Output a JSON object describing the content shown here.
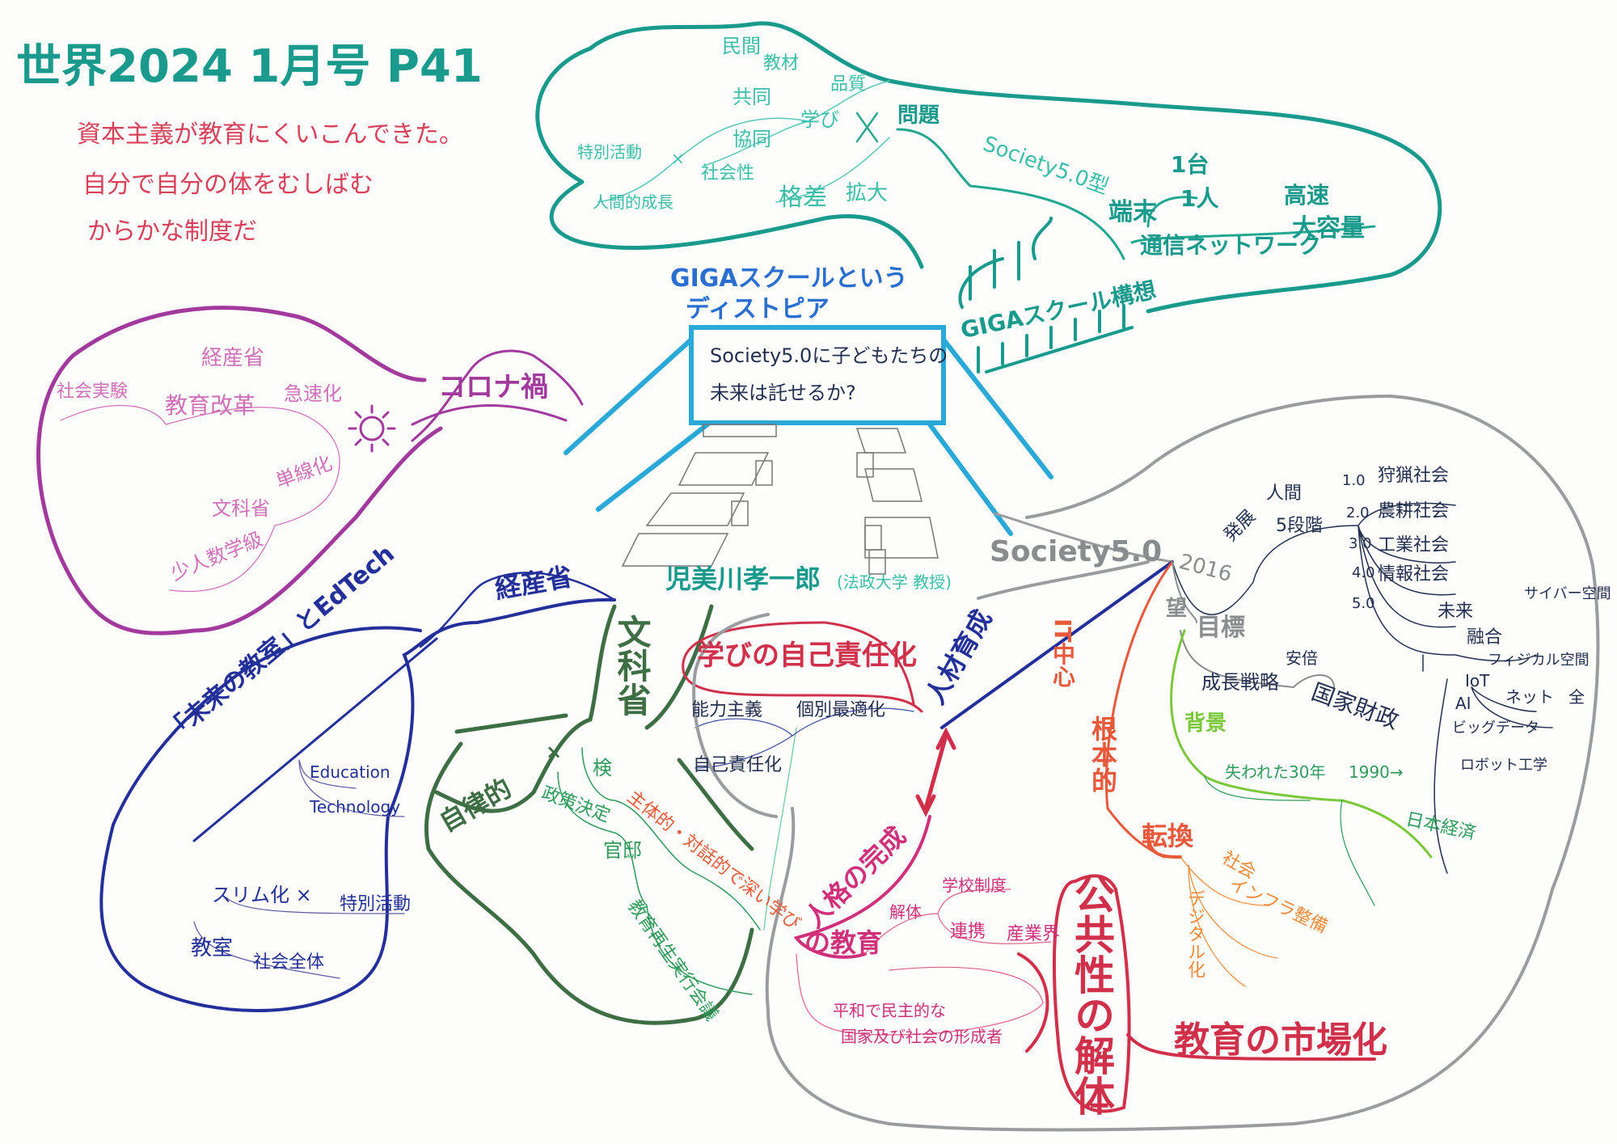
{
  "title": "世界2024 1月号 P41",
  "notes": [
    "資本主義が教育にくいこんできた。",
    "自分で自分の体をむしばむ",
    "からかな制度だ"
  ],
  "teal_cloud": {
    "branch": "問題",
    "nodes": [
      "民間",
      "教材",
      "品質",
      "共同",
      "学び",
      "協同",
      "特別活動",
      "×",
      "社会性",
      "格差",
      "拡大",
      "人間的成長",
      "✕"
    ],
    "society_type": "Society5.0型",
    "device": "端末",
    "one_unit": "1台",
    "one_person": "1人",
    "network": "通信ネットワーク",
    "fast": "高速",
    "capacity": "大容量",
    "giga_plan": "GIGAスクール構想"
  },
  "center": {
    "headline_1": "GIGAスクールという",
    "headline_2": "ディストピア",
    "screen_1": "Society5.0に子どもたちの",
    "screen_2": "未来は託せるか?",
    "author": "児美川孝一郎",
    "affiliation": "(法政大学 教授)"
  },
  "corona": {
    "label": "コロナ禍",
    "nodes": [
      "経産省",
      "社会実験",
      "教育改革",
      "急速化",
      "単線化",
      "文科省",
      "少人数学級"
    ]
  },
  "meti": {
    "label": "経産省",
    "future_classroom": "「未来の教室」とEdTech",
    "education": "Education",
    "technology": "Technology",
    "slim": "スリム化 ×",
    "special": "特別活動",
    "classroom": "教室",
    "society_all": "社会全体"
  },
  "mext": {
    "label": "文科省",
    "autonomous": "自律的",
    "cross": "×",
    "inspect": "検",
    "deep_learning": "主体的・対話的で深い学び",
    "policy": "政策決定",
    "kantei": "官邸",
    "council": "教育再生実行会議"
  },
  "responsibility": {
    "label": "学びの自己責任化",
    "meritocracy": "能力主義",
    "individual": "個別最適化",
    "self_resp": "自己責任化",
    "hr": "人材育成",
    "personality": "人格の完成",
    "for_edu": "の教育",
    "dismantle": "解体",
    "school_system": "学校制度",
    "cooperation": "連携",
    "industry": "産業界",
    "peace_1": "平和で民主的な",
    "peace_2": "国家及び社会の形成者"
  },
  "public": {
    "label": "公共性の解体",
    "market": "教育の市場化"
  },
  "society5": {
    "label": "Society5.0",
    "year": "2016",
    "develop": "発展",
    "human": "人間",
    "stages": "5段階",
    "levels": [
      {
        "num": "1.0",
        "name": "狩猟社会"
      },
      {
        "num": "2.0",
        "name": "農耕社会"
      },
      {
        "num": "3.0",
        "name": "工業社会"
      },
      {
        "num": "4.0",
        "name": "情報社会"
      },
      {
        "num": "5.0",
        "name": ""
      }
    ],
    "future": "未来",
    "fusion": "融合",
    "cyber": "サイバー空間",
    "physical": "フィジカル空間",
    "iot": "IoT",
    "net": "ネット",
    "all": "全",
    "ai": "AI",
    "bigdata": "ビッグデータ",
    "robot": "ロボット工学",
    "hope": "望",
    "goal": "目標",
    "growth": "成長戦略",
    "abe": "安倍",
    "finance": "国家財政",
    "background": "背景",
    "lost30": "失われた30年",
    "y1990": "1990→",
    "economy": "日本経済",
    "it_center": "IT中心",
    "fundamental": "根本的",
    "shift": "転換",
    "social": "社会",
    "infra": "インフラ整備",
    "digital": "デジタル化"
  }
}
